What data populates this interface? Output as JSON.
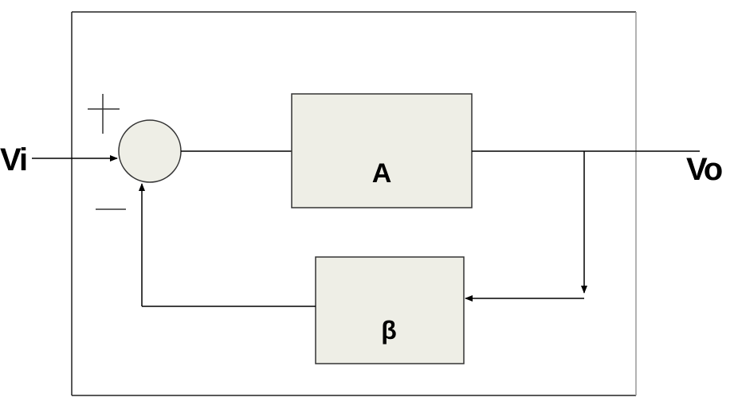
{
  "diagram": {
    "input_label": "Vi",
    "output_label": "Vo",
    "forward_block_label": "A",
    "feedback_block_label": "β",
    "summing_junction": {
      "plus_sign": "+",
      "minus_sign": "—"
    }
  },
  "colors": {
    "block_fill": "#eeeee6",
    "junction_fill": "#eeeee6",
    "line": "#000000",
    "frame": "#222222",
    "background": "#ffffff"
  }
}
